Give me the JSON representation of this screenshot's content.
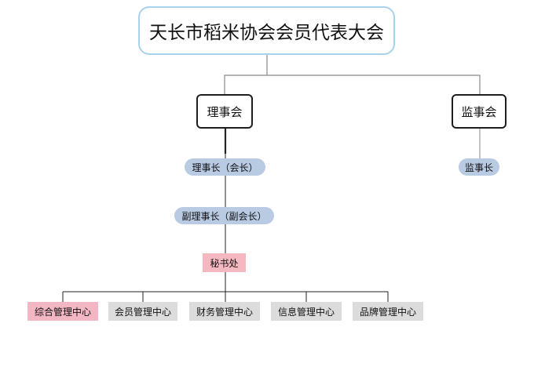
{
  "root": {
    "label": "天长市稻米协会会员代表大会"
  },
  "council": {
    "label": "理事会"
  },
  "supervisory": {
    "label": "监事会"
  },
  "chairman": {
    "label": "理事长（会长）"
  },
  "vice_chairman": {
    "label": "副理事长（副会长）"
  },
  "supervisor": {
    "label": "监事长"
  },
  "secretariat": {
    "label": "秘书处"
  },
  "centers": [
    {
      "label": "综合管理中心",
      "highlight": true
    },
    {
      "label": "会员管理中心",
      "highlight": false
    },
    {
      "label": "财务管理中心",
      "highlight": false
    },
    {
      "label": "信息管理中心",
      "highlight": false
    },
    {
      "label": "品牌管理中心",
      "highlight": false
    }
  ],
  "colors": {
    "root_border": "#a9d2ec",
    "pill": "#b9cae3",
    "secretariat": "#f6b8c0",
    "center_gray": "#dcdcdc",
    "center_pink": "#f3b6c3"
  }
}
